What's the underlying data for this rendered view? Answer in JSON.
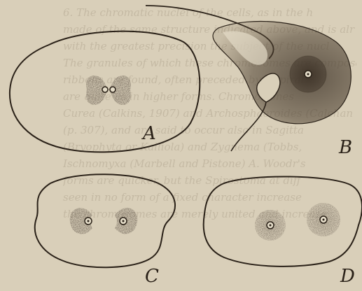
{
  "background_text": [
    "6. The chromatic nuclei of the cells, as in the h",
    "made of the same structure indicated above, and is alr",
    "with the greatest precision the subject of the nucl",
    "The granules of which these chromosomes are composed",
    "ribbons are found, often preceded by a spiral",
    "are quite as in higher forms. Chromosomes",
    "Curea (Calkins, 1907) and Archosphaeroides (Calchan",
    "(p. 307), and are said to occur also in Sagitta",
    "(Bryophyta or Kalliola) and Zygnema (Tobbs,",
    "Ischnomyxa (Marbell and Pistone) A. Woodr's",
    "forms are quicker, but the Spirostoma at diff",
    "seen in no form of a fixed character increase",
    "the chromosomes are merely united and increase"
  ],
  "figure_labels": {
    "a": "A",
    "b": "B",
    "c": "C",
    "d": "D"
  },
  "colors": {
    "paper": "#d9cfb9",
    "ink": "#2a2118"
  }
}
